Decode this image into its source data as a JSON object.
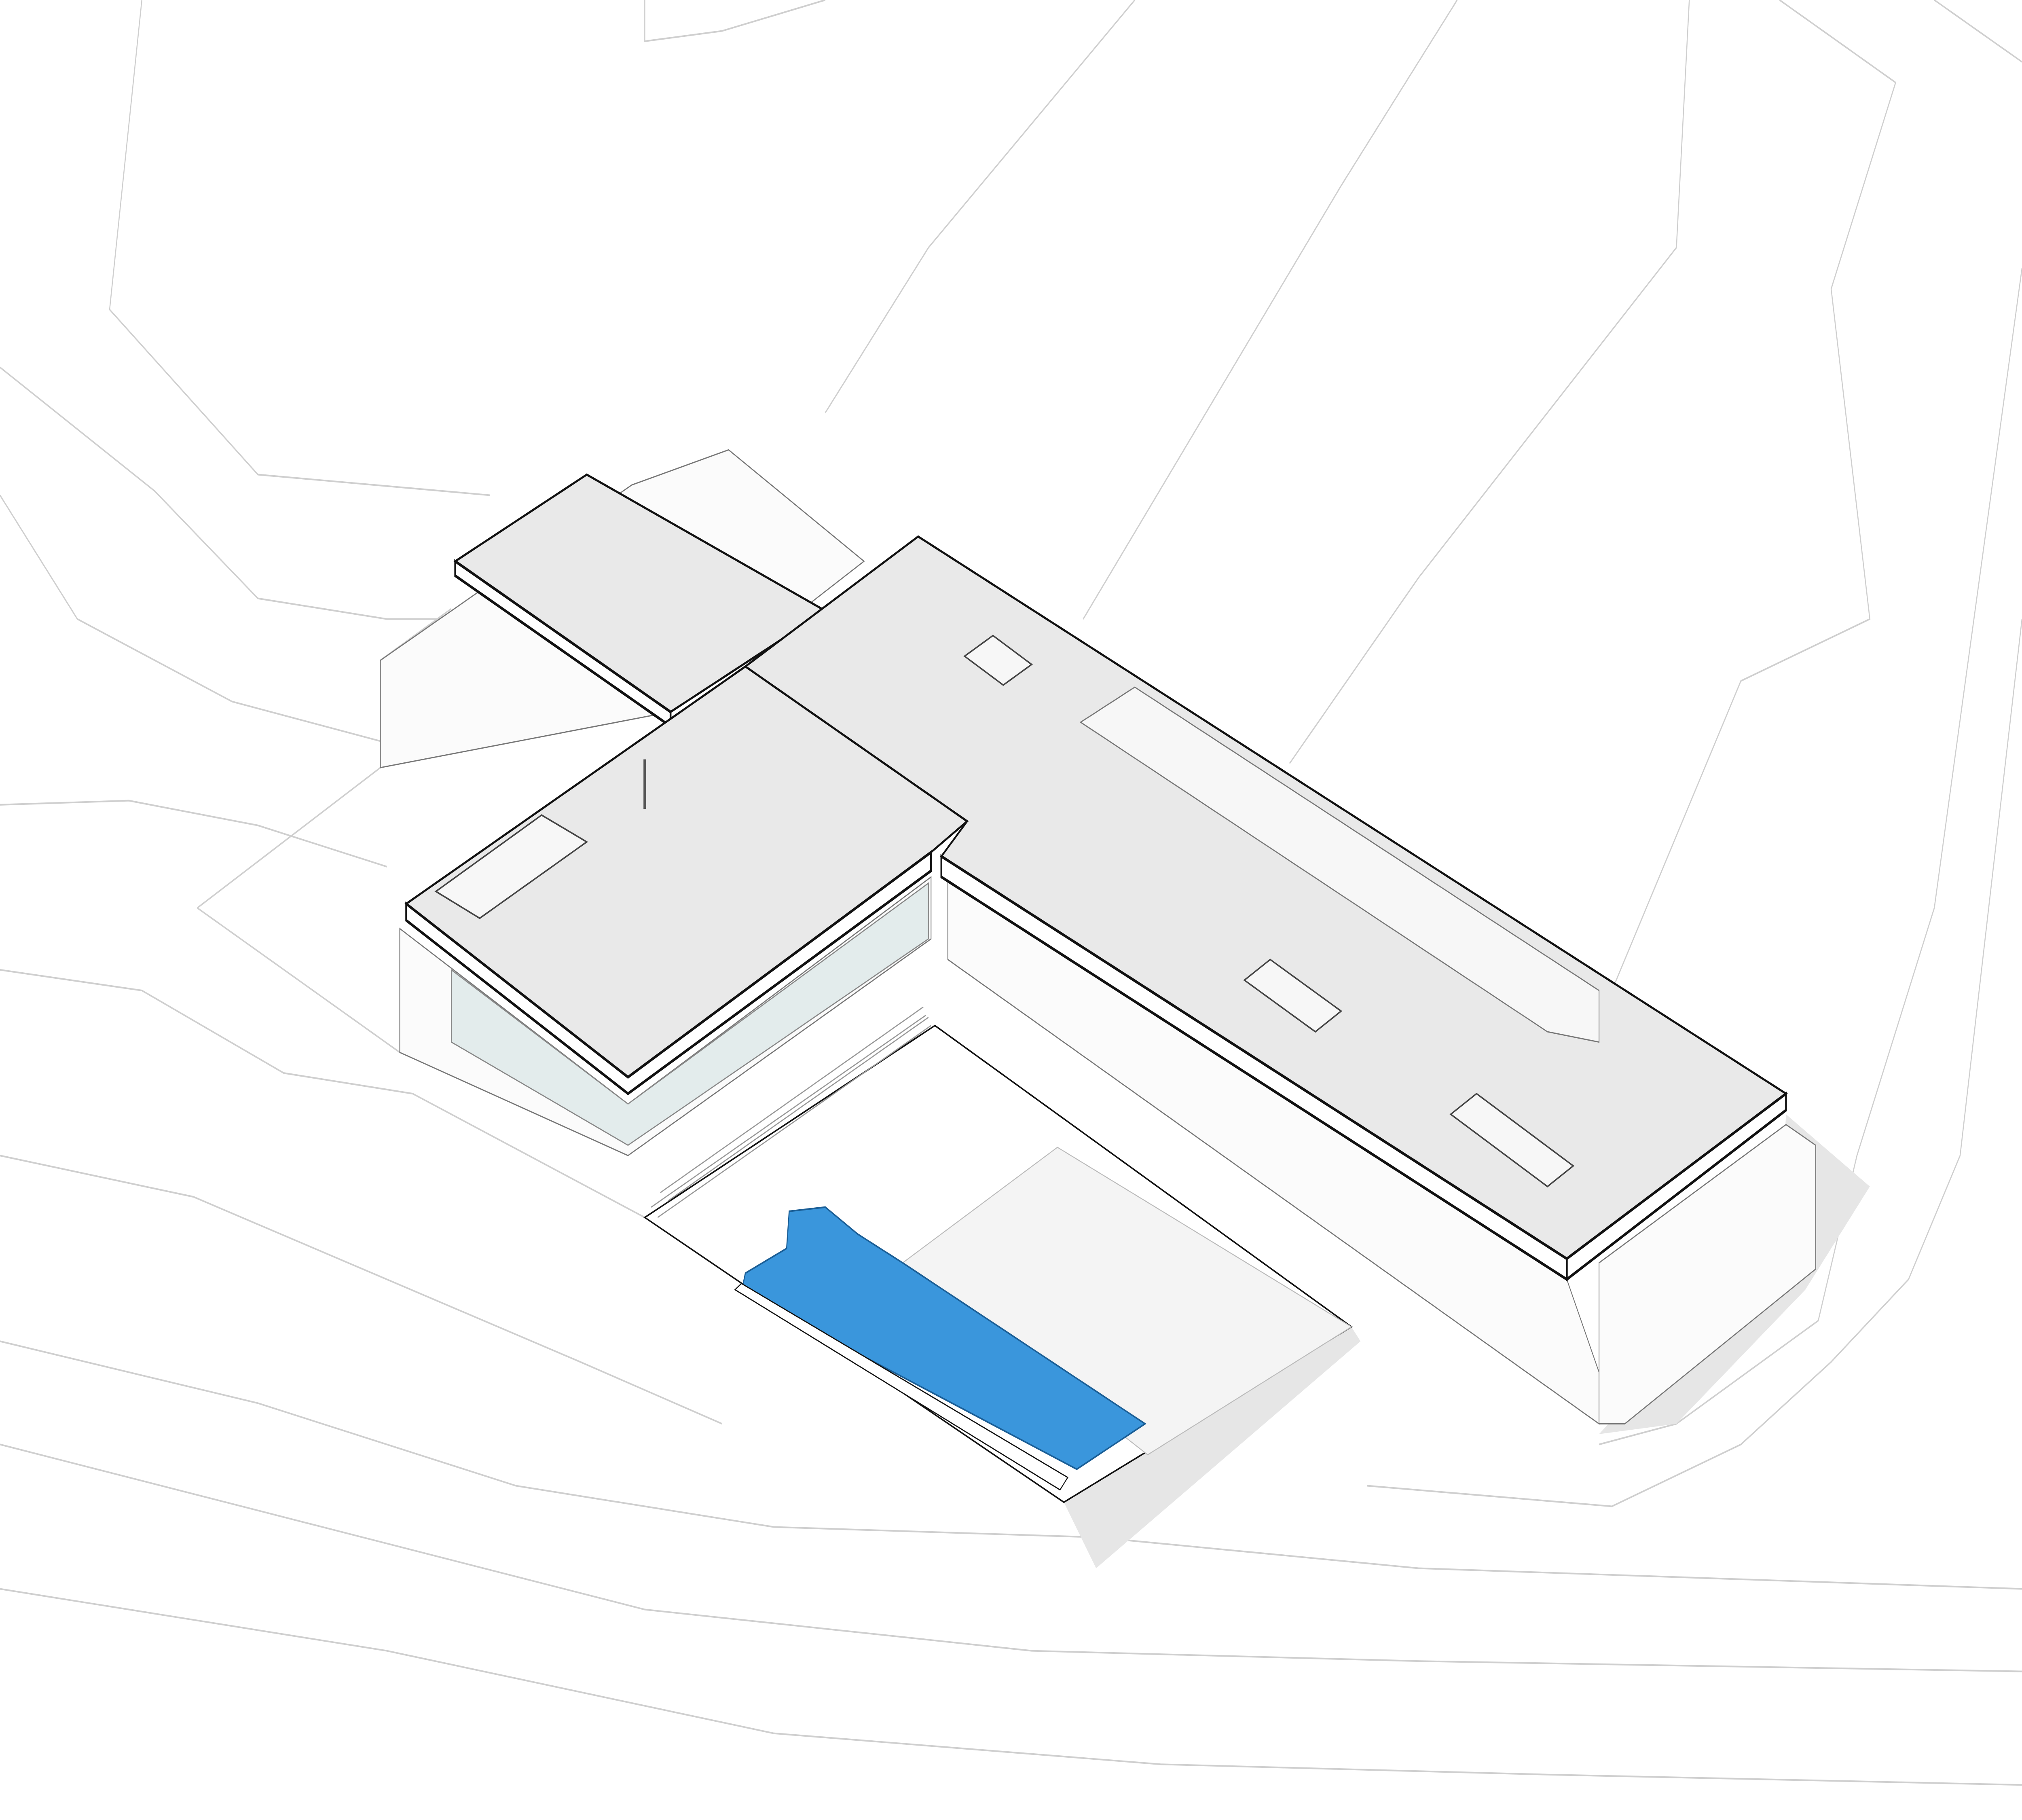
{
  "drawing": {
    "kind": "axonometric-site-drawing",
    "colors": {
      "background": "#ffffff",
      "roof": "#e9e9e9",
      "pool": "#3a96dc",
      "contour_lines": "#cfcfcf",
      "outline": "#111111",
      "shadow": "#e6e6e6"
    },
    "elements": [
      "terrain-contours",
      "l-shaped-house",
      "cantilevered-roof",
      "skylights",
      "courtyard-deck",
      "swimming-pool"
    ]
  }
}
